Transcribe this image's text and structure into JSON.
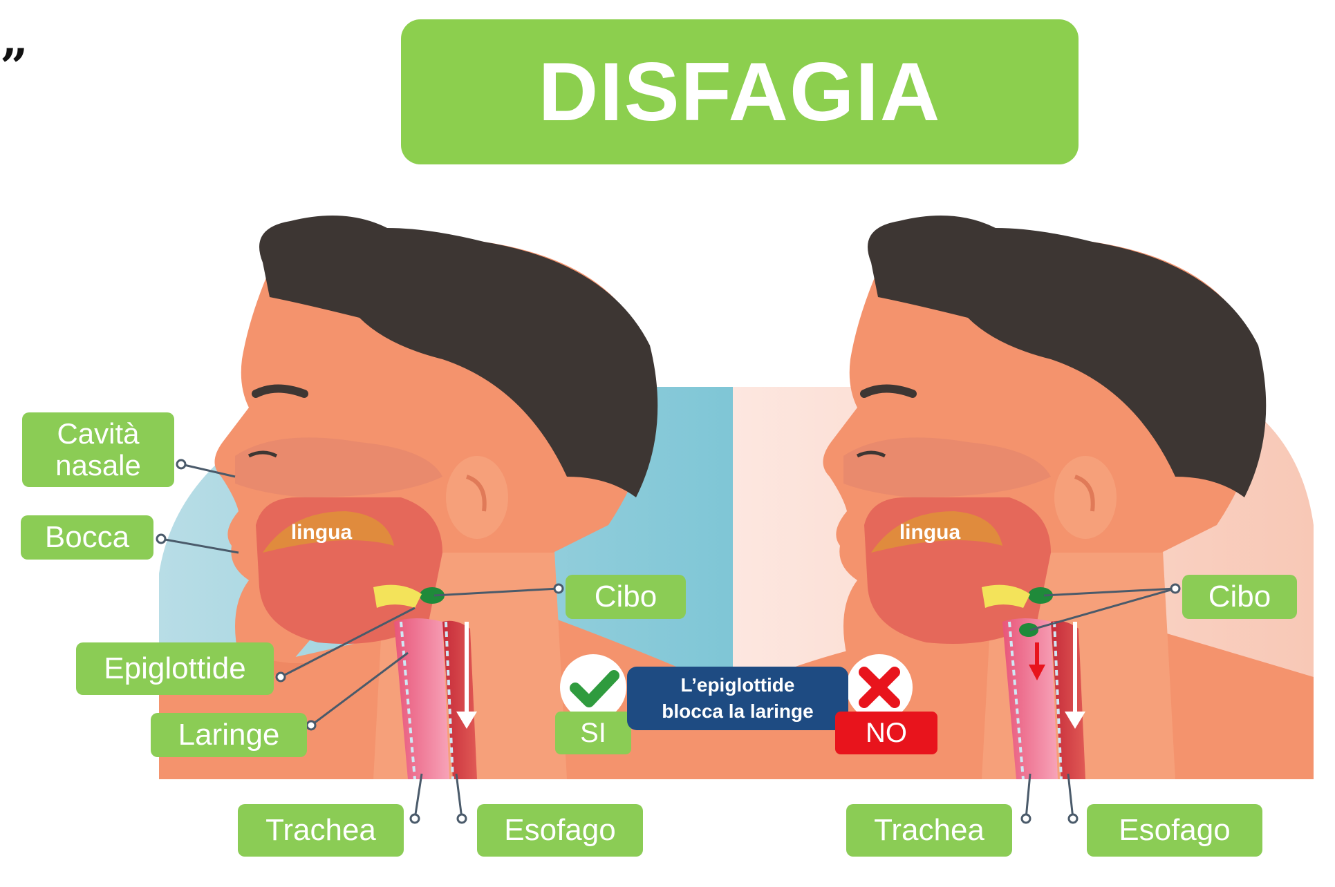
{
  "title": "DISFAGIA",
  "quote_mark": "”",
  "left_panel": {
    "labels": {
      "cavita_nasale": "Cavità\nnasale",
      "bocca": "Bocca",
      "lingua": "lingua",
      "cibo": "Cibo",
      "epiglottide": "Epiglottide",
      "laringe": "Laringe",
      "trachea": "Trachea",
      "esofago": "Esofago"
    },
    "status": "SI",
    "status_icon": "check-icon"
  },
  "right_panel": {
    "labels": {
      "lingua": "lingua",
      "cibo": "Cibo",
      "trachea": "Trachea",
      "esofago": "Esofago"
    },
    "status": "NO",
    "status_icon": "cross-icon"
  },
  "center_message": "L’epiglottide\nblocca la laringe",
  "colors": {
    "label_green": "#8bcc55",
    "title_green": "#8ccf4e",
    "message_blue": "#1e4b82",
    "no_red": "#e8141c",
    "skin": "#f4936d",
    "hair": "#3d3633"
  }
}
